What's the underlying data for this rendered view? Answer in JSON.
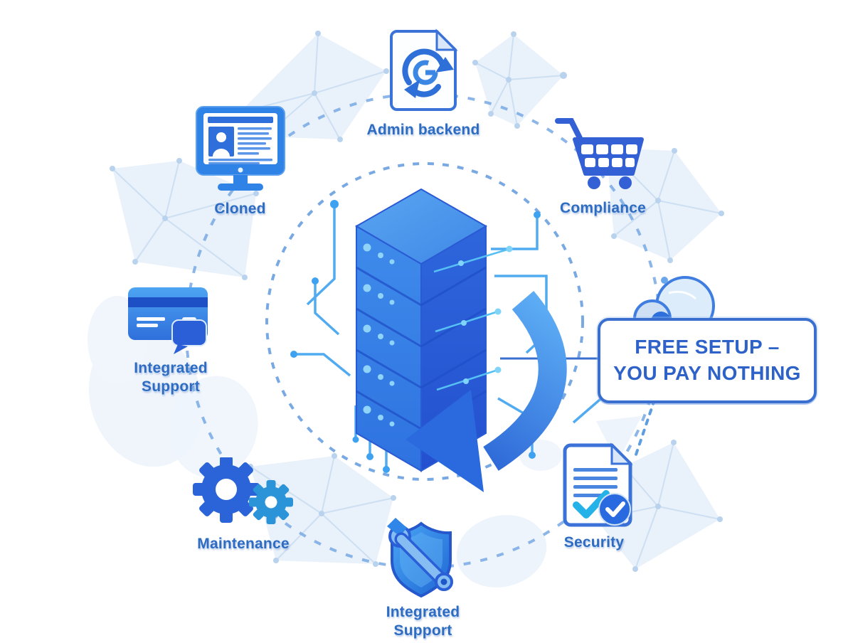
{
  "diagram": {
    "background_color": "#ffffff",
    "accent_blue": "#2f6fdb",
    "label_color": "#2e6cc2",
    "center": {
      "name": "server-stack"
    },
    "callout": {
      "line1": "FREE SETUP –",
      "line2": "YOU PAY NOTHING",
      "border_color": "#3a6fd0",
      "text_color": "#2f62c8"
    },
    "nodes": [
      {
        "id": "admin-backend",
        "label": "Admin backend",
        "icon": "sync-document-icon"
      },
      {
        "id": "compliance",
        "label": "Compliance",
        "icon": "shopping-cart-icon"
      },
      {
        "id": "cloned",
        "label": "Cloned",
        "icon": "monitor-profile-icon"
      },
      {
        "id": "integrated-support-card",
        "label": "Integrated Support",
        "icon": "credit-card-chat-icon"
      },
      {
        "id": "maintenance",
        "label": "Maintenance",
        "icon": "gears-icon"
      },
      {
        "id": "integrated-support-shield",
        "label": "Integrated Support",
        "icon": "shield-wrench-icon"
      },
      {
        "id": "security",
        "label": "Security",
        "icon": "document-check-icon"
      }
    ]
  }
}
